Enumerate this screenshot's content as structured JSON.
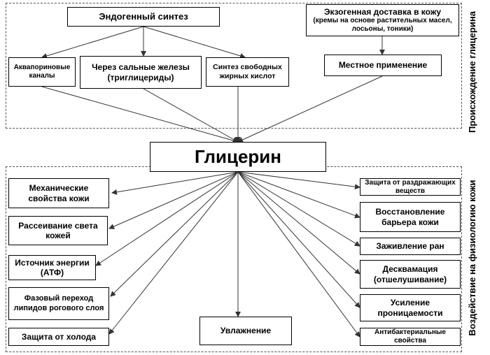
{
  "top_section_label": "Происхождение глицерина",
  "bottom_section_label": "Воздействие на физиологию кожи",
  "center": "Глицерин",
  "origin": {
    "endogenous": "Эндогенный синтез",
    "exogenous_title": "Экзогенная доставка в кожу",
    "exogenous_note": "(кремы на основе растительных масел, лосьоны, тоники)",
    "aquaporin": "Аквапориновые каналы",
    "sebaceous": "Через сальные железы (триглицериды)",
    "fatty_acids": "Синтез свободных жирных кислот",
    "topical": "Местное применение"
  },
  "effects_left": [
    "Механические свойства кожи",
    "Рассеивание света кожей",
    "Источник энергии (АТФ)",
    "Фазовый переход липидов рогового слоя",
    "Защита от холода"
  ],
  "effect_center": "Увлажнение",
  "effects_right": [
    "Защита от раздражающих веществ",
    "Восстановление барьера кожи",
    "Заживление ран",
    "Десквамация (отшелушивание)",
    "Усиление проницаемости",
    "Антибактериальные свойства"
  ]
}
